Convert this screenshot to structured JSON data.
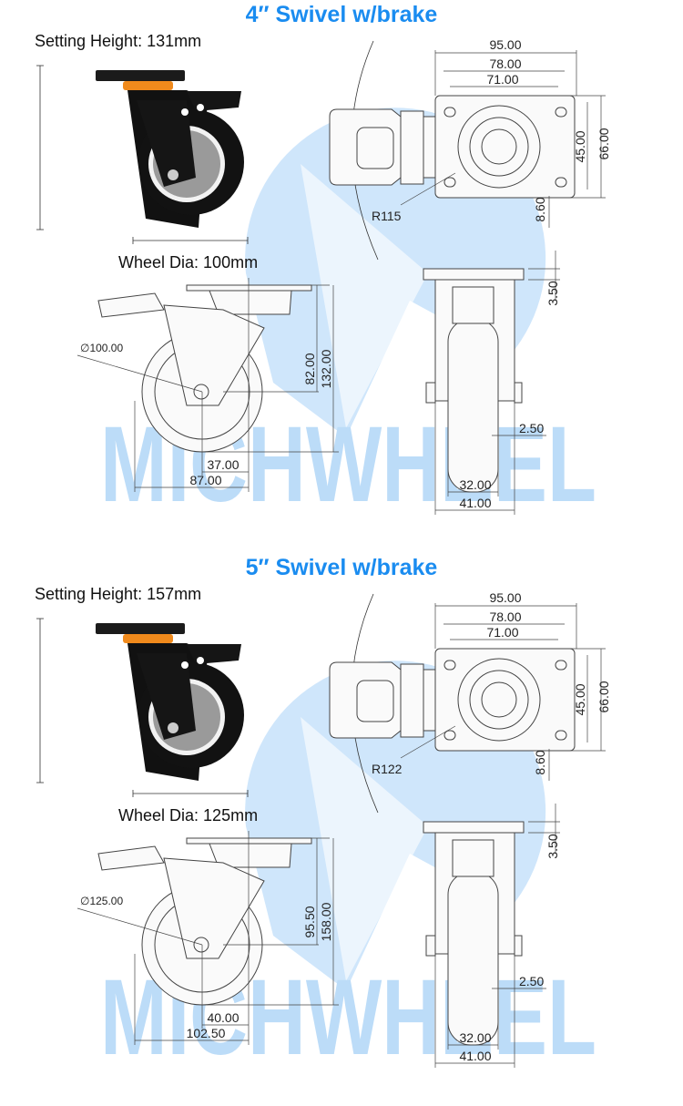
{
  "brand_watermark": "MICHWHEEL",
  "colors": {
    "title": "#1a8cf0",
    "watermark": "#bcdcf8",
    "caster_accent": "#f08a1c"
  },
  "sections": [
    {
      "title": "4″ Swivel w/brake",
      "setting_height": {
        "label": "Setting Height:",
        "value": "131mm"
      },
      "wheel_dia": {
        "label": "Wheel Dia:",
        "value": "100mm"
      },
      "top_view": {
        "d_plate_width": "95.00",
        "d_hole_outer": "78.00",
        "d_hole_inner": "71.00",
        "d_hole_v": "45.00",
        "d_plate_depth": "66.00",
        "d_offset": "8.60",
        "swivel_radius": "R115"
      },
      "side_view": {
        "wheel_diameter": "∅100.00",
        "axle_height": "82.00",
        "total_height": "132.00",
        "offset": "37.00",
        "overall_length": "87.00"
      },
      "front_view": {
        "plate_thickness": "3.50",
        "tread_gap": "2.50",
        "wheel_width": "32.00",
        "fork_width": "41.00"
      }
    },
    {
      "title": "5″ Swivel w/brake",
      "setting_height": {
        "label": "Setting Height:",
        "value": "157mm"
      },
      "wheel_dia": {
        "label": "Wheel Dia:",
        "value": "125mm"
      },
      "top_view": {
        "d_plate_width": "95.00",
        "d_hole_outer": "78.00",
        "d_hole_inner": "71.00",
        "d_hole_v": "45.00",
        "d_plate_depth": "66.00",
        "d_offset": "8.60",
        "swivel_radius": "R122"
      },
      "side_view": {
        "wheel_diameter": "∅125.00",
        "axle_height": "95.50",
        "total_height": "158.00",
        "offset": "40.00",
        "overall_length": "102.50"
      },
      "front_view": {
        "plate_thickness": "3.50",
        "tread_gap": "2.50",
        "wheel_width": "32.00",
        "fork_width": "41.00"
      }
    }
  ]
}
